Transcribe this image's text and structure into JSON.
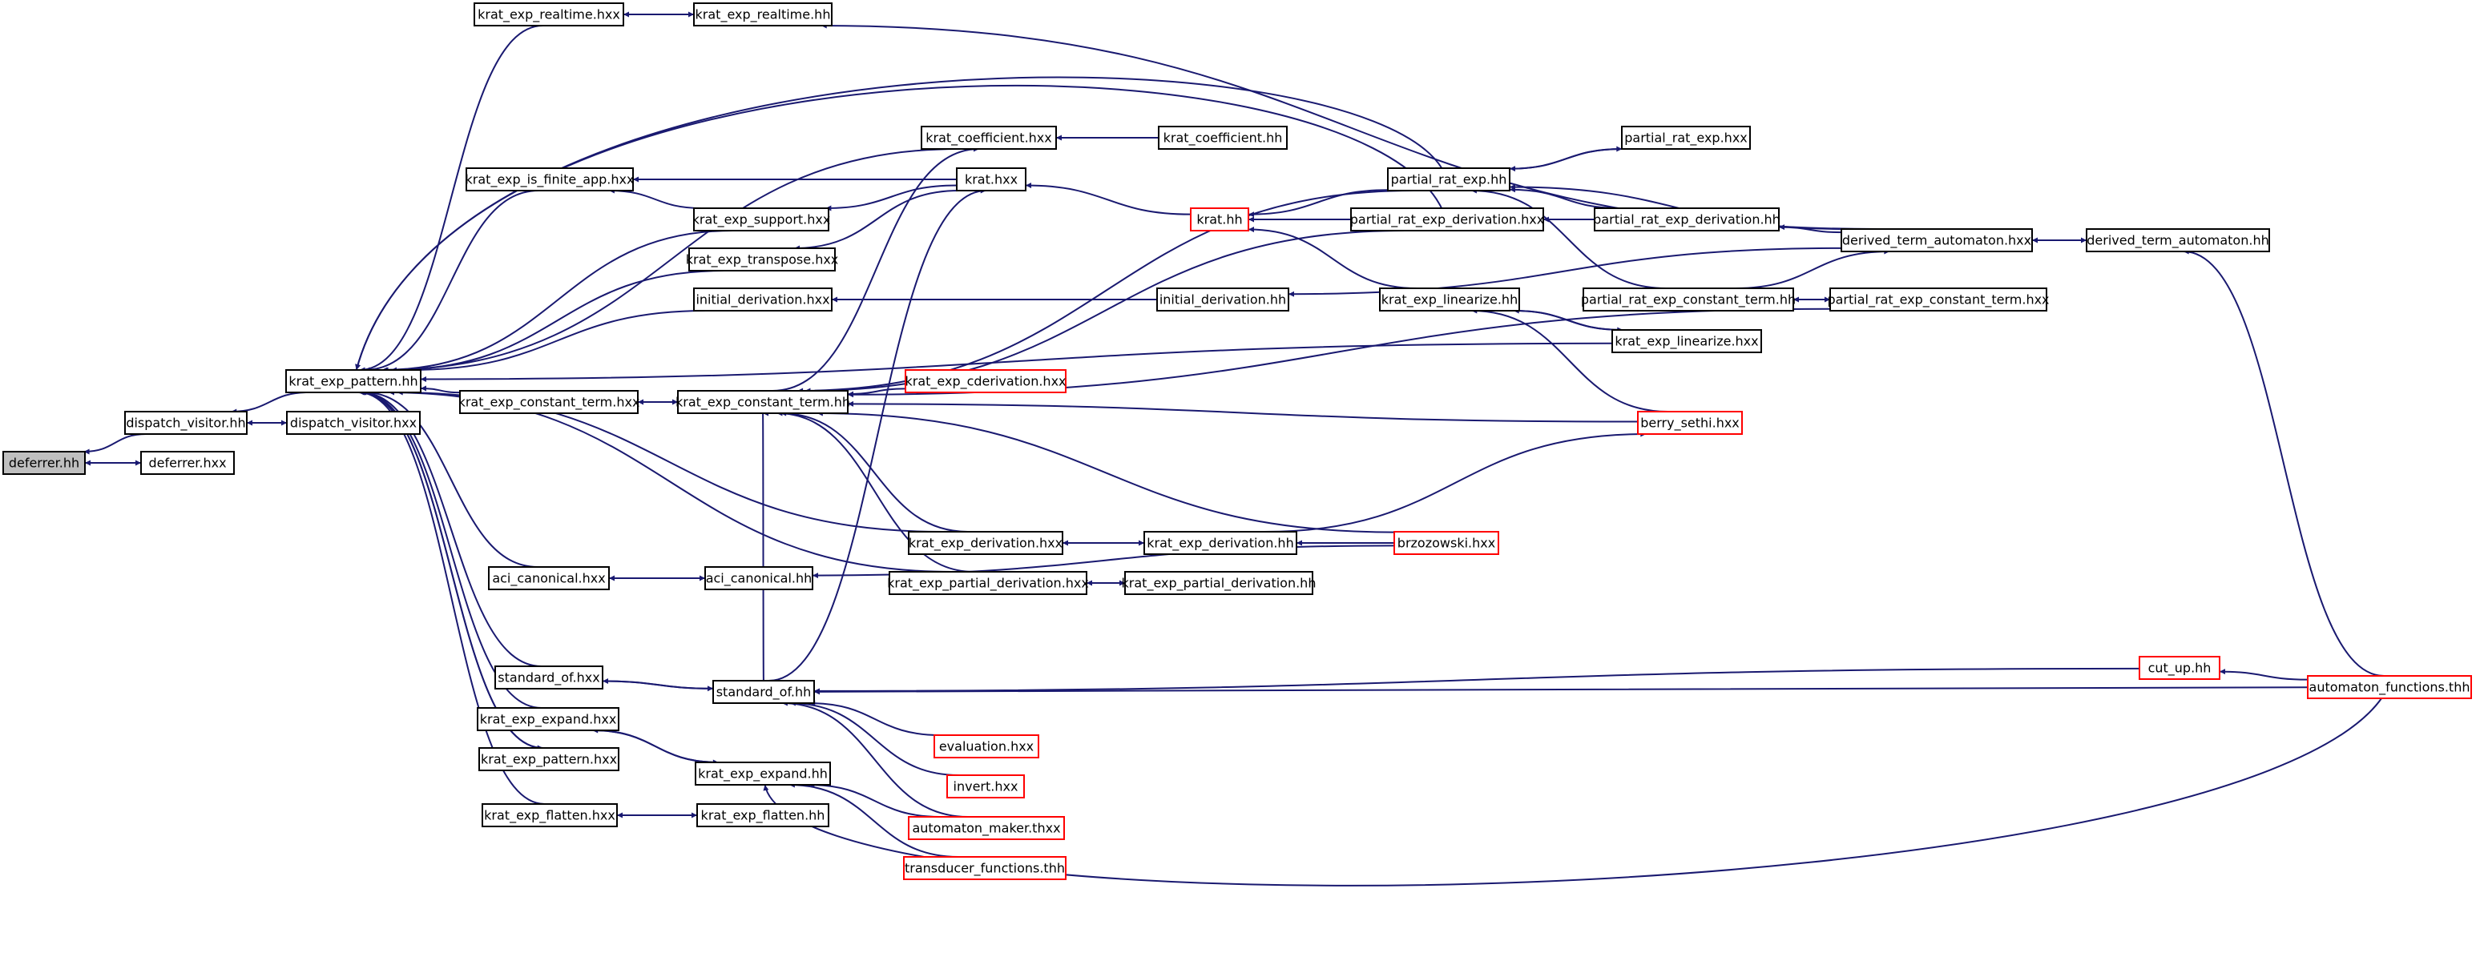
{
  "diagram": {
    "type": "include-dependency-graph",
    "edge_color": "#191970",
    "root_fill": "#bfbfbf",
    "truncated_border_color": "#ff0000",
    "nodes": [
      {
        "id": "deferrer_hh",
        "label": "deferrer.hh",
        "style": "root"
      },
      {
        "id": "dispatch_visitor_hh",
        "label": "dispatch_visitor.hh"
      },
      {
        "id": "deferrer_hxx",
        "label": "deferrer.hxx"
      },
      {
        "id": "krat_exp_pattern_hh",
        "label": "krat_exp_pattern.hh"
      },
      {
        "id": "dispatch_visitor_hxx",
        "label": "dispatch_visitor.hxx"
      },
      {
        "id": "krat_exp_realtime_hxx",
        "label": "krat_exp_realtime.hxx"
      },
      {
        "id": "krat_exp_realtime_hh",
        "label": "krat_exp_realtime.hh"
      },
      {
        "id": "krat_exp_is_finite_app_hxx",
        "label": "krat_exp_is_finite_app.hxx"
      },
      {
        "id": "krat_exp_support_hxx",
        "label": "krat_exp_support.hxx"
      },
      {
        "id": "krat_exp_transpose_hxx",
        "label": "krat_exp_transpose.hxx"
      },
      {
        "id": "initial_derivation_hxx",
        "label": "initial_derivation.hxx"
      },
      {
        "id": "krat_exp_constant_term_hxx",
        "label": "krat_exp_constant_term.hxx"
      },
      {
        "id": "krat_exp_constant_term_hh",
        "label": "krat_exp_constant_term.hh"
      },
      {
        "id": "krat_coefficient_hxx",
        "label": "krat_coefficient.hxx"
      },
      {
        "id": "krat_coefficient_hh",
        "label": "krat_coefficient.hh"
      },
      {
        "id": "krat_hxx",
        "label": "krat.hxx"
      },
      {
        "id": "krat_hh",
        "label": "krat.hh",
        "style": "red"
      },
      {
        "id": "partial_rat_exp_hh",
        "label": "partial_rat_exp.hh"
      },
      {
        "id": "partial_rat_exp_hxx",
        "label": "partial_rat_exp.hxx"
      },
      {
        "id": "partial_rat_exp_derivation_hxx",
        "label": "partial_rat_exp_derivation.hxx"
      },
      {
        "id": "partial_rat_exp_derivation_hh",
        "label": "partial_rat_exp_derivation.hh"
      },
      {
        "id": "derived_term_automaton_hxx",
        "label": "derived_term_automaton.hxx"
      },
      {
        "id": "derived_term_automaton_hh",
        "label": "derived_term_automaton.hh"
      },
      {
        "id": "initial_derivation_hh",
        "label": "initial_derivation.hh"
      },
      {
        "id": "krat_exp_linearize_hh",
        "label": "krat_exp_linearize.hh"
      },
      {
        "id": "partial_rat_exp_constant_term_hh",
        "label": "partial_rat_exp_constant_term.hh"
      },
      {
        "id": "partial_rat_exp_constant_term_hxx",
        "label": "partial_rat_exp_constant_term.hxx"
      },
      {
        "id": "krat_exp_linearize_hxx",
        "label": "krat_exp_linearize.hxx"
      },
      {
        "id": "krat_exp_cderivation_hxx",
        "label": "krat_exp_cderivation.hxx",
        "style": "red"
      },
      {
        "id": "berry_sethi_hxx",
        "label": "berry_sethi.hxx",
        "style": "red"
      },
      {
        "id": "krat_exp_derivation_hxx",
        "label": "krat_exp_derivation.hxx"
      },
      {
        "id": "krat_exp_derivation_hh",
        "label": "krat_exp_derivation.hh"
      },
      {
        "id": "brzozowski_hxx",
        "label": "brzozowski.hxx",
        "style": "red"
      },
      {
        "id": "aci_canonical_hxx",
        "label": "aci_canonical.hxx"
      },
      {
        "id": "aci_canonical_hh",
        "label": "aci_canonical.hh"
      },
      {
        "id": "krat_exp_partial_derivation_hxx",
        "label": "krat_exp_partial_derivation.hxx"
      },
      {
        "id": "krat_exp_partial_derivation_hh",
        "label": "krat_exp_partial_derivation.hh"
      },
      {
        "id": "standard_of_hxx",
        "label": "standard_of.hxx"
      },
      {
        "id": "standard_of_hh",
        "label": "standard_of.hh"
      },
      {
        "id": "cut_up_hh",
        "label": "cut_up.hh",
        "style": "red"
      },
      {
        "id": "automaton_functions_thh",
        "label": "automaton_functions.thh",
        "style": "red"
      },
      {
        "id": "krat_exp_expand_hxx",
        "label": "krat_exp_expand.hxx"
      },
      {
        "id": "evaluation_hxx",
        "label": "evaluation.hxx",
        "style": "red"
      },
      {
        "id": "krat_exp_pattern_hxx",
        "label": "krat_exp_pattern.hxx"
      },
      {
        "id": "krat_exp_expand_hh",
        "label": "krat_exp_expand.hh"
      },
      {
        "id": "invert_hxx",
        "label": "invert.hxx",
        "style": "red"
      },
      {
        "id": "krat_exp_flatten_hxx",
        "label": "krat_exp_flatten.hxx"
      },
      {
        "id": "krat_exp_flatten_hh",
        "label": "krat_exp_flatten.hh"
      },
      {
        "id": "automaton_maker_thxx",
        "label": "automaton_maker.thxx",
        "style": "red"
      },
      {
        "id": "transducer_functions_thh",
        "label": "transducer_functions.thh",
        "style": "red"
      }
    ]
  }
}
